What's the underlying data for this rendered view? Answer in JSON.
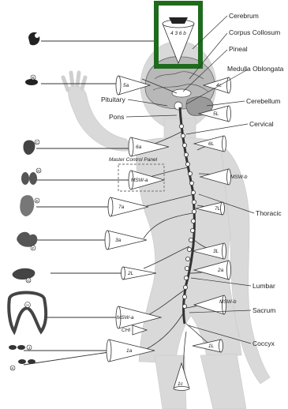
{
  "labels": {
    "cerebrum": "Cerebrum",
    "corpus_collosum": "Corpus Collosum",
    "pineal": "Pineal",
    "medulla": "Medulla Oblongata",
    "cerebellum": "Cerebellum",
    "pituitary": "Pituitary",
    "pons": "Pons",
    "cervical": "Cervical",
    "thoracic": "Thoracic",
    "lumbar": "Lumbar",
    "sacrum": "Sacrum",
    "coccyx": "Coccyx",
    "master_panel": "Master Control Panel"
  },
  "cones": {
    "top": "4 3 6 b",
    "c_5a": "5a",
    "c_4c": "4c",
    "c_5l": "5L",
    "c_6a": "6a",
    "c_6l": "6L",
    "c_msw_a": "MSW-a",
    "c_msw_b": "MSW-b",
    "c_7a": "7a",
    "c_7l": "7L",
    "c_3a": "3a",
    "c_3l": "3L",
    "c_2l_left": "2L",
    "c_2a": "2a",
    "c_msw_b2": "MSW-b",
    "c_msw_a2": "MSW-a",
    "c_ch": "CHI",
    "c_1a": "1a",
    "c_1l": "1L",
    "c_1c": "1c"
  },
  "organs": {
    "a": "A",
    "b": "B",
    "c": "C",
    "d": "D",
    "e": "E",
    "f": "F",
    "g": "G",
    "h": "H",
    "j": "J",
    "k": "K"
  },
  "colors": {
    "highlight_box": "#1e6b1e",
    "body_silhouette": "#d9d9d9",
    "line": "#333333",
    "panel_dash": "#888888"
  }
}
